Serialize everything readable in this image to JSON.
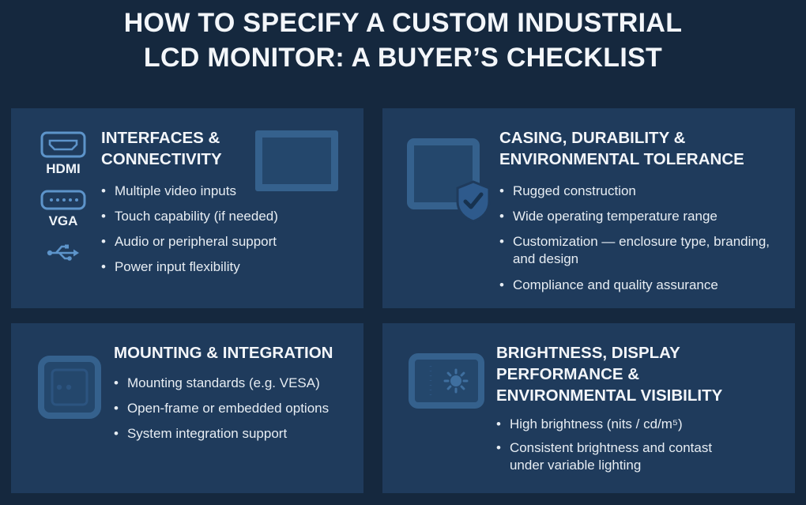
{
  "colors": {
    "page_background": "#15283e",
    "card_background": "#1f3b5c",
    "icon_blue_dark": "#35618d",
    "icon_blue_light": "#5d94ca",
    "text": "#e8edf3"
  },
  "header": {
    "title_line1": "HOW TO SPECIFY A CUSTOM INDUSTRIAL",
    "title_line2": "LCD MONITOR: A BUYER’S CHECKLIST"
  },
  "cards": [
    {
      "title": "INTERFACES & CONNECTIVITY",
      "port_labels": {
        "hdmi": "HDMI",
        "vga": "VGA"
      },
      "bullets": [
        "Multiple video inputs",
        "Touch capability (if needed)",
        "Audio or peripheral support",
        "Power input flexibility"
      ]
    },
    {
      "title": "CASING, DURABILITY & ENVIRONMENTAL TOLERANCE",
      "bullets": [
        "Rugged construction",
        "Wide operating temperature range",
        "Customization — enclosure type, branding, and design",
        "Compliance and quality assurance"
      ]
    },
    {
      "title": "MOUNTING & INTEGRATION",
      "bullets": [
        "Mounting standards (e.g. VESA)",
        "Open-frame or embedded options",
        "System integration support"
      ]
    },
    {
      "title": "BRIGHTNESS, DISPLAY PERFORMANCE & ENVIRONMENTAL VISIBILITY",
      "bullets": [
        "High brightness (nits / cd/m⁵)",
        "Consistent brightness and contast under variable lighting"
      ]
    }
  ]
}
